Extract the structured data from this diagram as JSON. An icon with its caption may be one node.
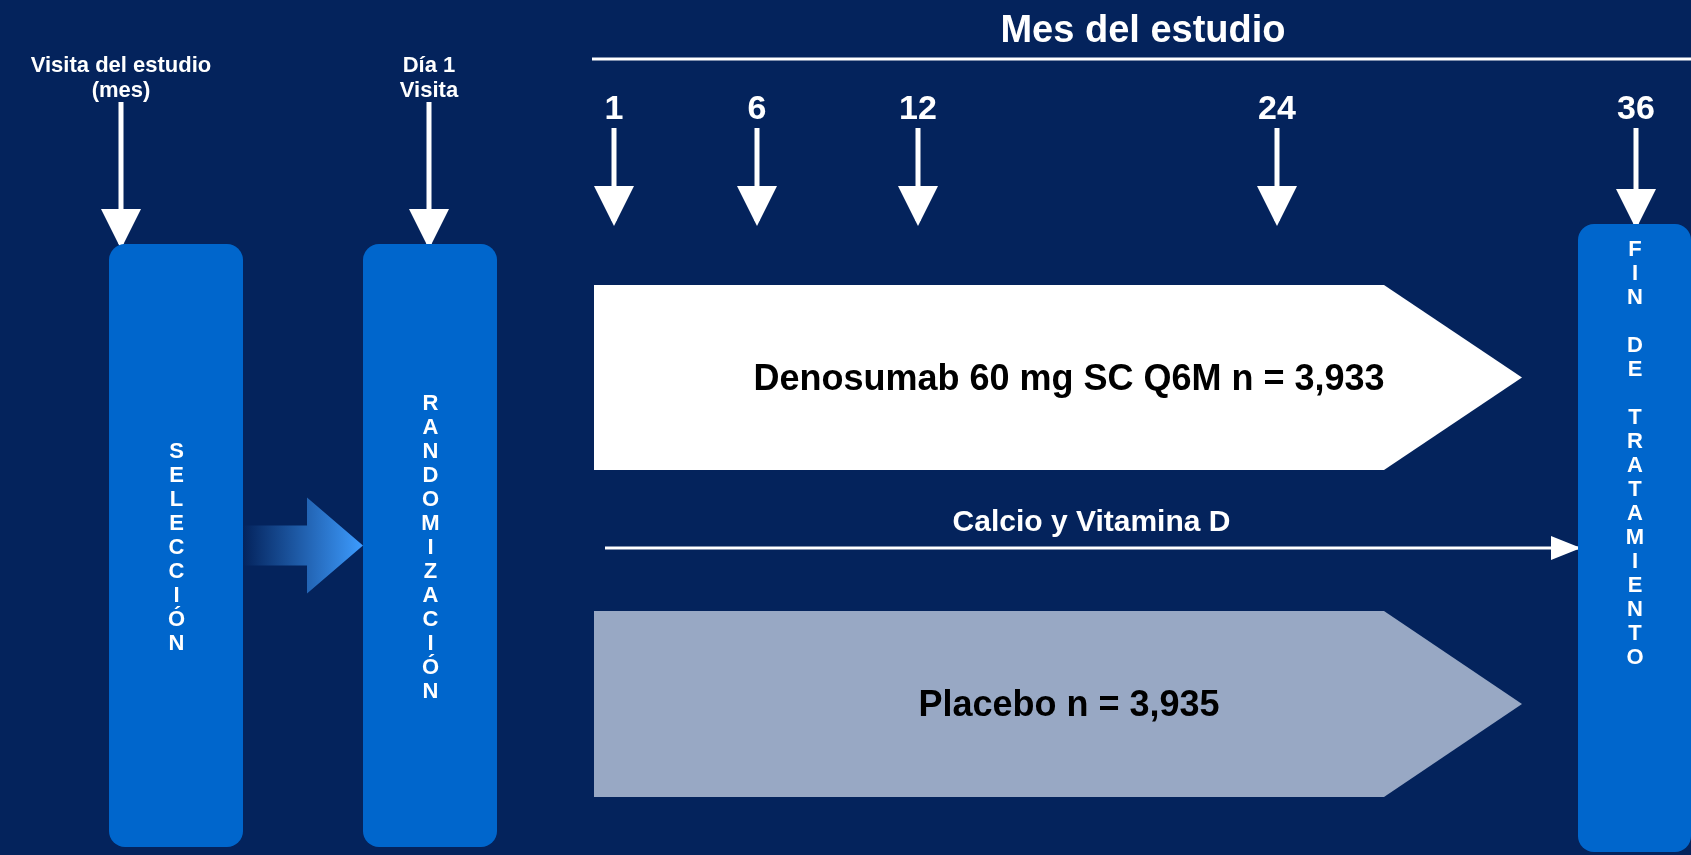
{
  "diagram": {
    "nodes": [
      {
        "text": [
          "Visita del estudio (mes)"
        ]
      },
      {
        "text": [
          "Día 1 Visita"
        ]
      },
      {
        "text": [
          "1"
        ]
      },
      {
        "text": [
          "6"
        ]
      },
      {
        "text": [
          "12"
        ]
      },
      {
        "text": [
          "24"
        ]
      },
      {
        "text": [
          "36"
        ]
      },
      {
        "text": [
          "SELECCIÓN"
        ]
      },
      {
        "text": [
          "RANDOMIZACIÓN"
        ]
      },
      {
        "text": [
          "Denosumab 60 mg SC Q6M n = 3,933"
        ]
      },
      {
        "text": [
          "Placebo n = 3,935"
        ]
      },
      {
        "text": [
          "FIN DE TRATAMIENTO"
        ]
      }
    ],
    "edges": [
      {
        "from": 0,
        "to": 7,
        "arrow": "to"
      },
      {
        "from": 1,
        "to": 8,
        "arrow": "to"
      },
      {
        "from": 2,
        "to": null,
        "arrow": "to"
      },
      {
        "from": 3,
        "to": null,
        "arrow": "to"
      },
      {
        "from": 4,
        "to": null,
        "arrow": "to"
      },
      {
        "from": 5,
        "to": null,
        "arrow": "to"
      },
      {
        "from": 6,
        "to": 11,
        "arrow": "to"
      },
      {
        "from": 7,
        "to": 8,
        "arrow": "to",
        "style": "thick"
      },
      {
        "from": null,
        "to": 11,
        "arrow": "to",
        "label": "Calcio y Vitamina D"
      }
    ],
    "labels": [
      "Mes del estudio"
    ]
  }
}
